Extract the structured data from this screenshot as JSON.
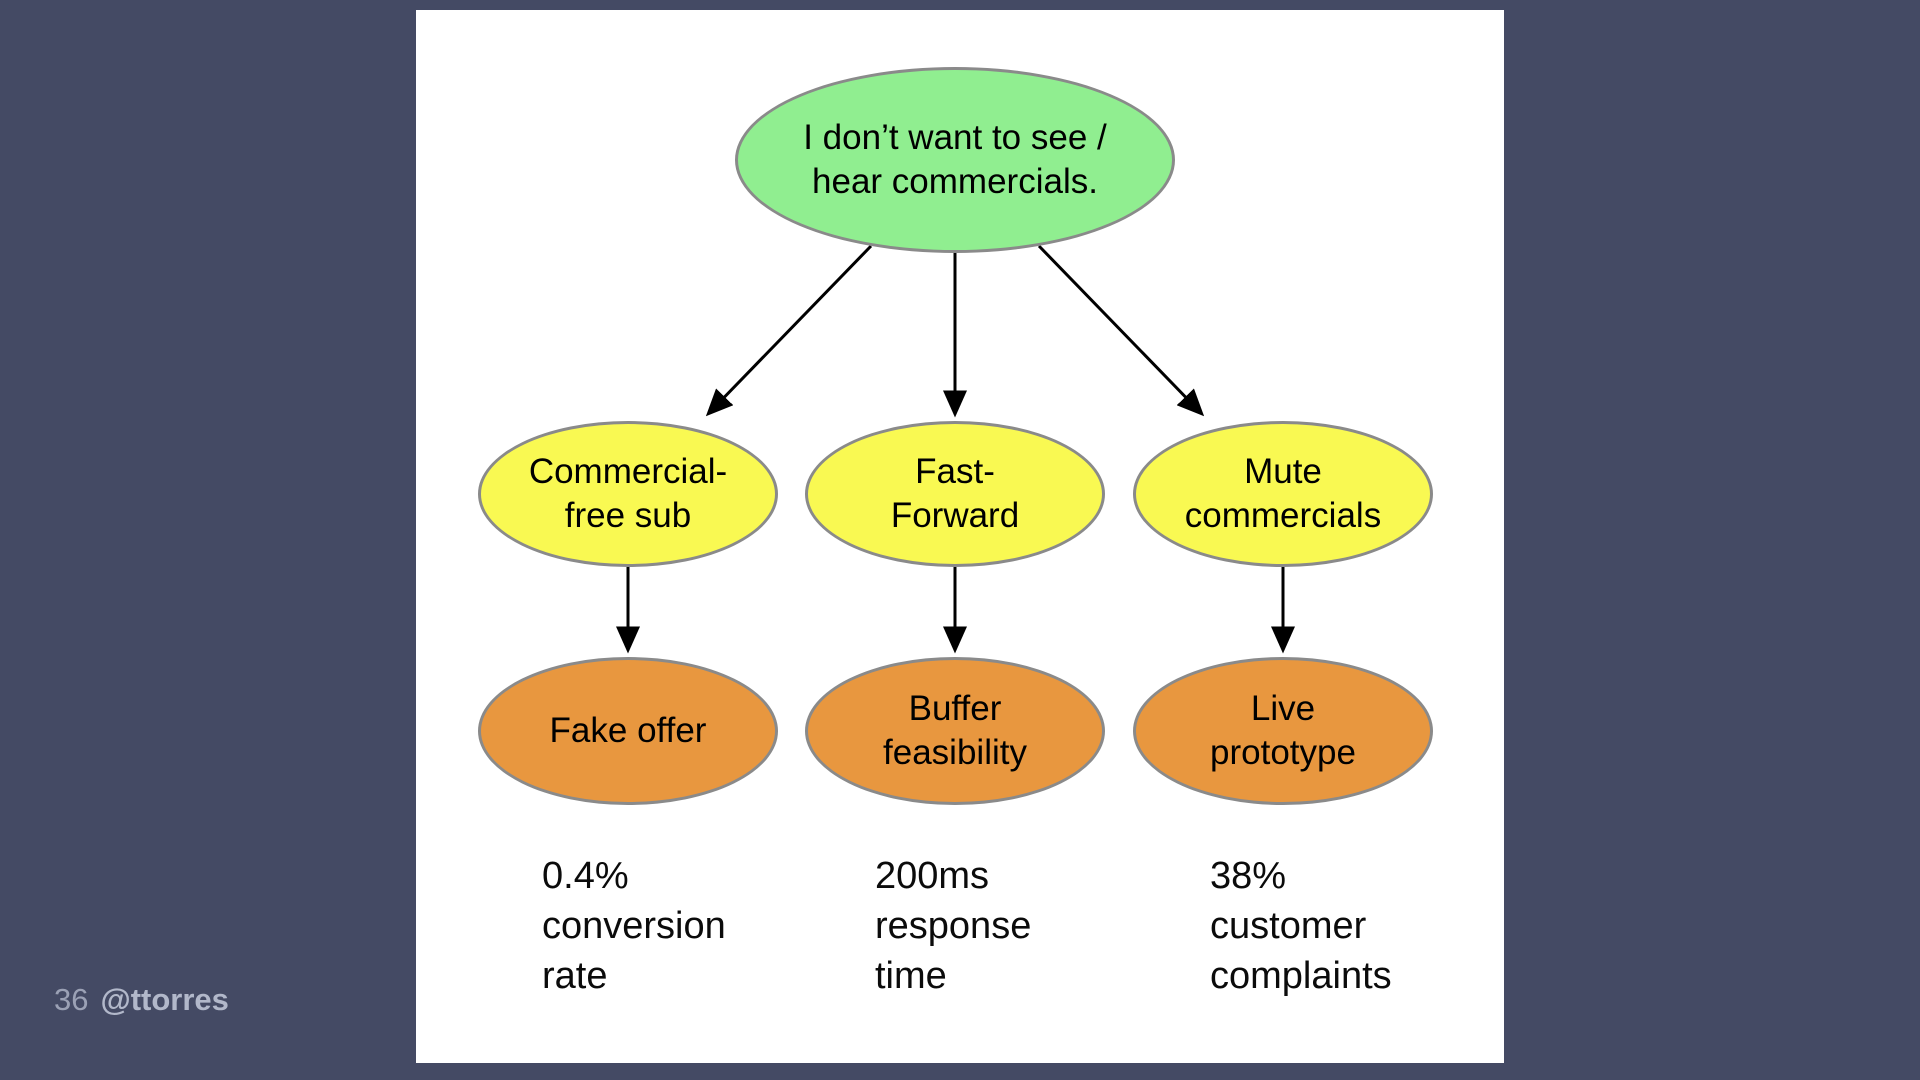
{
  "slide": {
    "footer": {
      "page_number": "36",
      "handle": "@ttorres"
    },
    "diagram": {
      "opportunity": {
        "label": "I don’t want to see /\nhear commercials."
      },
      "solutions": [
        {
          "label": "Commercial-\nfree sub"
        },
        {
          "label": "Fast-\nForward"
        },
        {
          "label": "Mute\ncommercials"
        }
      ],
      "experiments": [
        {
          "label": "Fake offer"
        },
        {
          "label": "Buffer\nfeasibility"
        },
        {
          "label": "Live\nprototype"
        }
      ],
      "metrics": [
        {
          "label": "0.4%\nconversion\nrate"
        },
        {
          "label": "200ms\nresponse\ntime"
        },
        {
          "label": "38%\ncustomer\ncomplaints"
        }
      ],
      "colors": {
        "opportunity_fill": "#90EE90",
        "solution_fill": "#F9F952",
        "experiment_fill": "#E8973F",
        "node_stroke": "#8A8A8A",
        "arrow": "#000000",
        "slide_bg": "#FFFFFF",
        "canvas_bg": "#444A64",
        "footer_text": "#A9AFC2"
      }
    }
  }
}
